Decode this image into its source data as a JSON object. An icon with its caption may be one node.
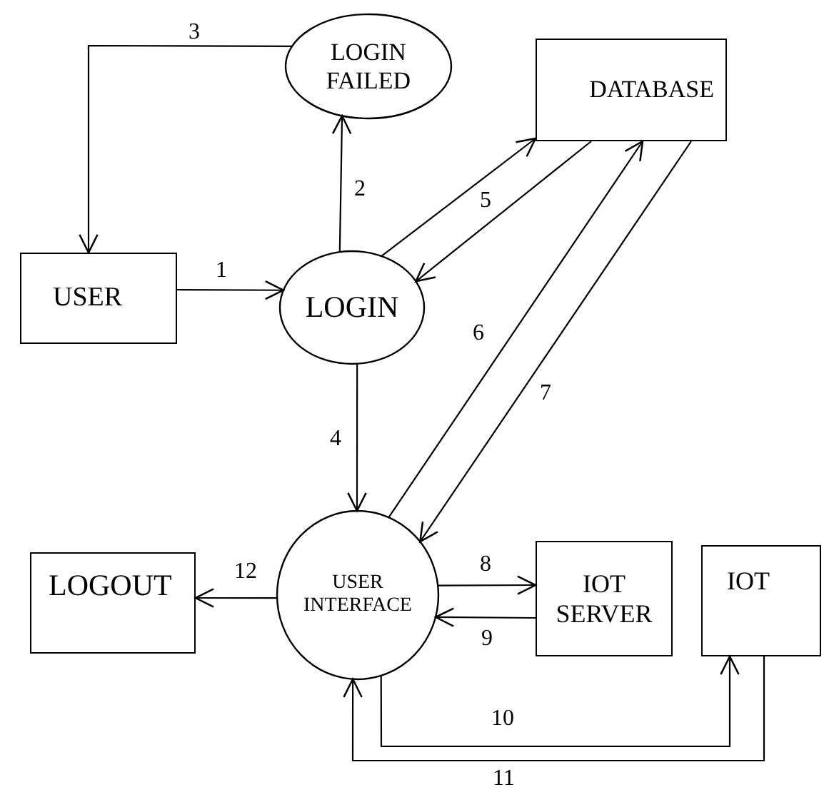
{
  "diagram": {
    "nodes": [
      {
        "text": [
          "LOGIN FAILED"
        ]
      },
      {
        "text": [
          "DATABASE"
        ]
      },
      {
        "text": [
          "USER"
        ]
      },
      {
        "text": [
          "LOGIN"
        ]
      },
      {
        "text": [
          "USER INTERFACE"
        ]
      },
      {
        "text": [
          "LOGOUT"
        ]
      },
      {
        "text": [
          "IOT SERVER"
        ]
      },
      {
        "text": [
          "IOT"
        ]
      }
    ],
    "edges": [
      {
        "from": 2,
        "to": 3,
        "arrow": "to",
        "label": "1"
      },
      {
        "from": 3,
        "to": 0,
        "arrow": "to",
        "label": "2"
      },
      {
        "from": 0,
        "to": 2,
        "arrow": "to",
        "label": "3"
      },
      {
        "from": 3,
        "to": 4,
        "arrow": "to",
        "label": "4"
      },
      {
        "from": 3,
        "to": 1,
        "arrow": "to",
        "label": "5"
      },
      {
        "from": 1,
        "to": 3,
        "arrow": "to"
      },
      {
        "from": 4,
        "to": 1,
        "arrow": "to",
        "label": "6"
      },
      {
        "from": 1,
        "to": 4,
        "arrow": "to",
        "label": "7"
      },
      {
        "from": 4,
        "to": 6,
        "arrow": "to",
        "label": "8"
      },
      {
        "from": 6,
        "to": 4,
        "arrow": "to",
        "label": "9"
      },
      {
        "from": 4,
        "to": 7,
        "arrow": "to",
        "label": "10"
      },
      {
        "from": 7,
        "to": 4,
        "arrow": "to",
        "label": "11"
      },
      {
        "from": 4,
        "to": 5,
        "arrow": "to",
        "label": "12"
      }
    ]
  }
}
